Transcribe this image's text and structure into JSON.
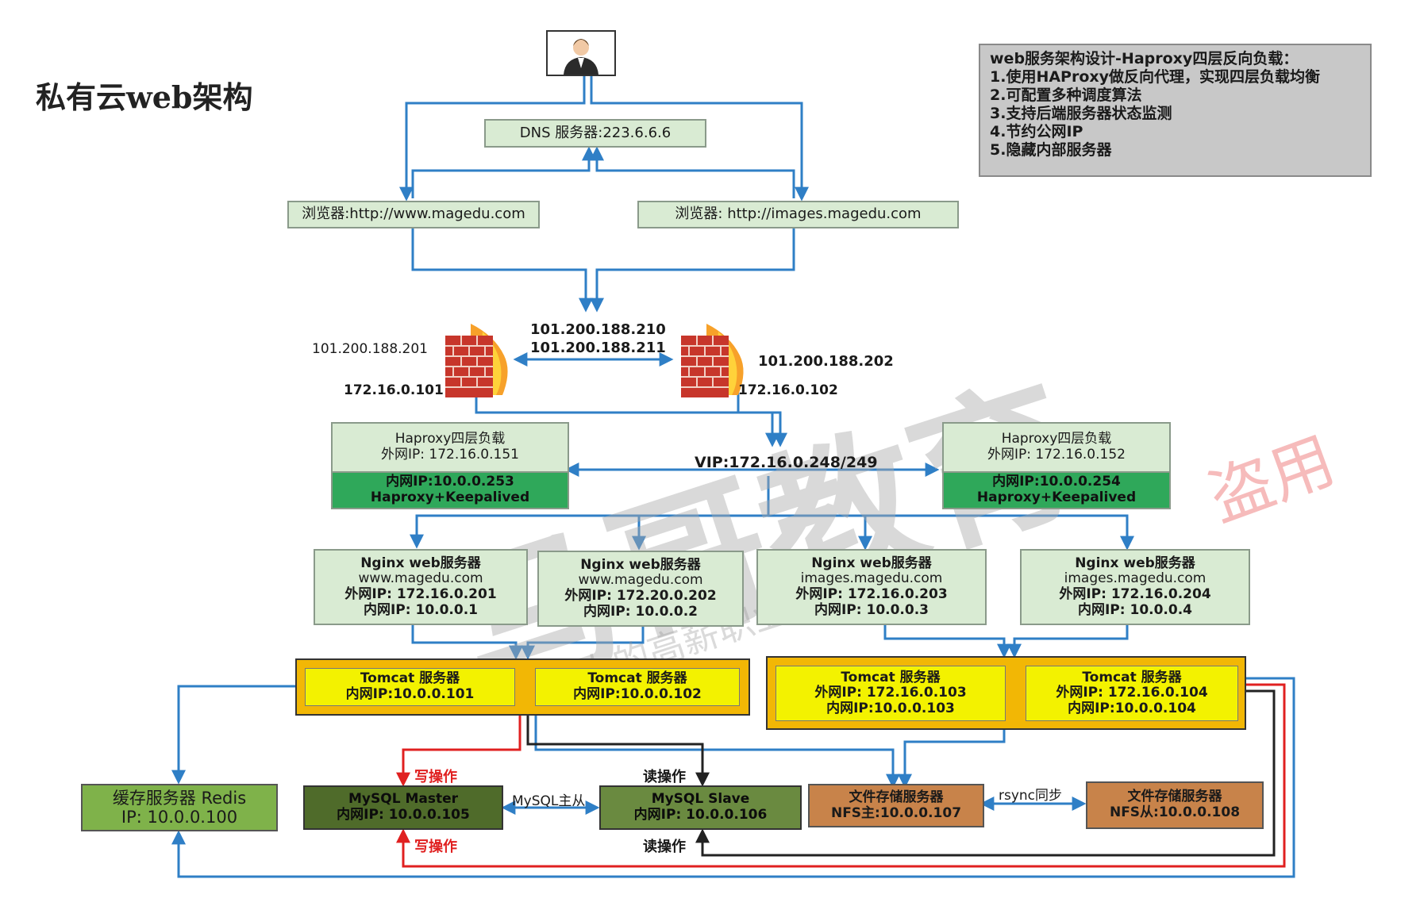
{
  "page": {
    "title": "私有云web架构",
    "watermark": "马哥教育",
    "watermark_sub": "人的高薪职业学院",
    "watermark_stamp": "盗用"
  },
  "legend": {
    "title": "web服务架构设计-Haproxy四层反向负载：",
    "items": [
      "1.使用HAProxy做反向代理，实现四层负载均衡",
      "2.可配置多种调度算法",
      "3.支持后端服务器状态监测",
      "4.节约公网IP",
      "5.隐藏内部服务器"
    ]
  },
  "dns": {
    "label": "DNS 服务器:223.6.6.6"
  },
  "browsers": [
    {
      "label": "浏览器:http://www.magedu.com"
    },
    {
      "label": "浏览器: http://images.magedu.com"
    }
  ],
  "firewall": {
    "shared_ips": [
      "101.200.188.210",
      "101.200.188.211"
    ],
    "left": {
      "public_ip": "101.200.188.201",
      "private_ip": "172.16.0.101"
    },
    "right": {
      "public_ip": "101.200.188.202",
      "private_ip": "172.16.0.102"
    }
  },
  "haproxy": {
    "vip": "VIP:172.16.0.248/249",
    "nodes": [
      {
        "title": "Haproxy四层负载",
        "ext_ip": "外网IP: 172.16.0.151",
        "int_ip": "内网IP:10.0.0.253",
        "role": "Haproxy+Keepalived"
      },
      {
        "title": "Haproxy四层负载",
        "ext_ip": "外网IP: 172.16.0.152",
        "int_ip": "内网IP:10.0.0.254",
        "role": "Haproxy+Keepalived"
      }
    ]
  },
  "nginx": [
    {
      "title": "Nginx web服务器",
      "domain": "www.magedu.com",
      "ext_ip": "外网IP: 172.16.0.201",
      "int_ip": "内网IP: 10.0.0.1"
    },
    {
      "title": "Nginx web服务器",
      "domain": "www.magedu.com",
      "ext_ip": "外网IP: 172.20.0.202",
      "int_ip": "内网IP: 10.0.0.2"
    },
    {
      "title": "Nginx web服务器",
      "domain": "images.magedu.com",
      "ext_ip": "外网IP: 172.16.0.203",
      "int_ip": "内网IP: 10.0.0.3"
    },
    {
      "title": "Nginx web服务器",
      "domain": "images.magedu.com",
      "ext_ip": "外网IP: 172.16.0.204",
      "int_ip": "内网IP: 10.0.0.4"
    }
  ],
  "tomcat": [
    {
      "title": "Tomcat 服务器",
      "ext_ip": "",
      "int_ip": "内网IP:10.0.0.101"
    },
    {
      "title": "Tomcat 服务器",
      "ext_ip": "",
      "int_ip": "内网IP:10.0.0.102"
    },
    {
      "title": "Tomcat 服务器",
      "ext_ip": "外网IP: 172.16.0.103",
      "int_ip": "内网IP:10.0.0.103"
    },
    {
      "title": "Tomcat 服务器",
      "ext_ip": "外网IP: 172.16.0.104",
      "int_ip": "内网IP:10.0.0.104"
    }
  ],
  "redis": {
    "title": "缓存服务器 Redis",
    "ip": "IP: 10.0.0.100"
  },
  "mysql": {
    "master": {
      "title": "MySQL Master",
      "ip": "内网IP: 10.0.0.105"
    },
    "slave": {
      "title": "MySQL Slave",
      "ip": "内网IP: 10.0.0.106"
    },
    "replication": "MySQL主从",
    "write_op": "写操作",
    "read_op": "读操作"
  },
  "nfs": {
    "master": {
      "title": "文件存储服务器",
      "ip": "NFS主:10.0.0.107"
    },
    "slave": {
      "title": "文件存储服务器",
      "ip": "NFS从:10.0.0.108"
    },
    "sync": "rsync同步"
  },
  "colors": {
    "blue_wire": "#2f7fc6",
    "red_wire": "#e02020",
    "black_wire": "#222222",
    "tomcat_outer": "#f2b705",
    "tomcat_inner": "#f3f200",
    "nfs": "#c8834a",
    "mysql": "#4f6b2a"
  }
}
